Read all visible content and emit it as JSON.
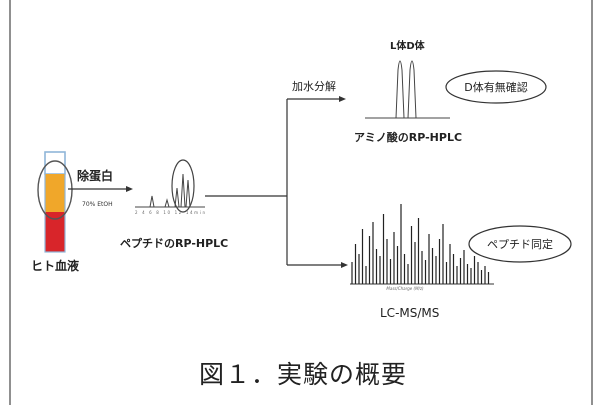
{
  "blood_tube": {
    "label": "ヒト血液"
  },
  "deproteinize": {
    "label": "除蛋白",
    "condition": "70% EtOH"
  },
  "peptide_hplc": {
    "label": "ペプチドのRP-HPLC",
    "axis_ticks": "2 4 6 8 10 12 14min"
  },
  "hydrolysis": {
    "label": "加水分解"
  },
  "amino_acid_hplc": {
    "peak_labels": "L体D体",
    "label": "アミノ酸のRP-HPLC"
  },
  "d_check": {
    "label": "D体有無確認"
  },
  "peptide_id": {
    "label": "ペプチド同定"
  },
  "lcms": {
    "label": "LC-MS/MS",
    "xlabel": "Mass/Charge (M/z)"
  },
  "caption": {
    "text": "図１．実験の概要"
  },
  "colors": {
    "blood_red": "#d8252a",
    "serum_orange": "#f0a72a",
    "tube_blue": "#8fb6d8",
    "line": "#333333"
  }
}
